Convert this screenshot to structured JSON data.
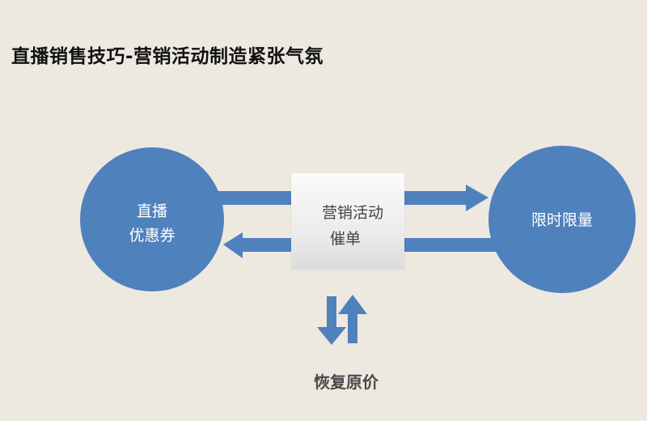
{
  "title": "直播销售技巧-营销活动制造紧张气氛",
  "nodes": {
    "left": {
      "line1": "直播",
      "line2": "优惠券"
    },
    "center": {
      "line1": "营销活动",
      "line2": "催单"
    },
    "right": {
      "line1": "限时限量"
    }
  },
  "bottom_label": "恢复原价",
  "colors": {
    "background": "#ede9e0",
    "node_blue": "#4f81bd",
    "arrow_blue": "#4f81bd"
  },
  "icons": {
    "swap": "up-down-arrows-icon"
  }
}
